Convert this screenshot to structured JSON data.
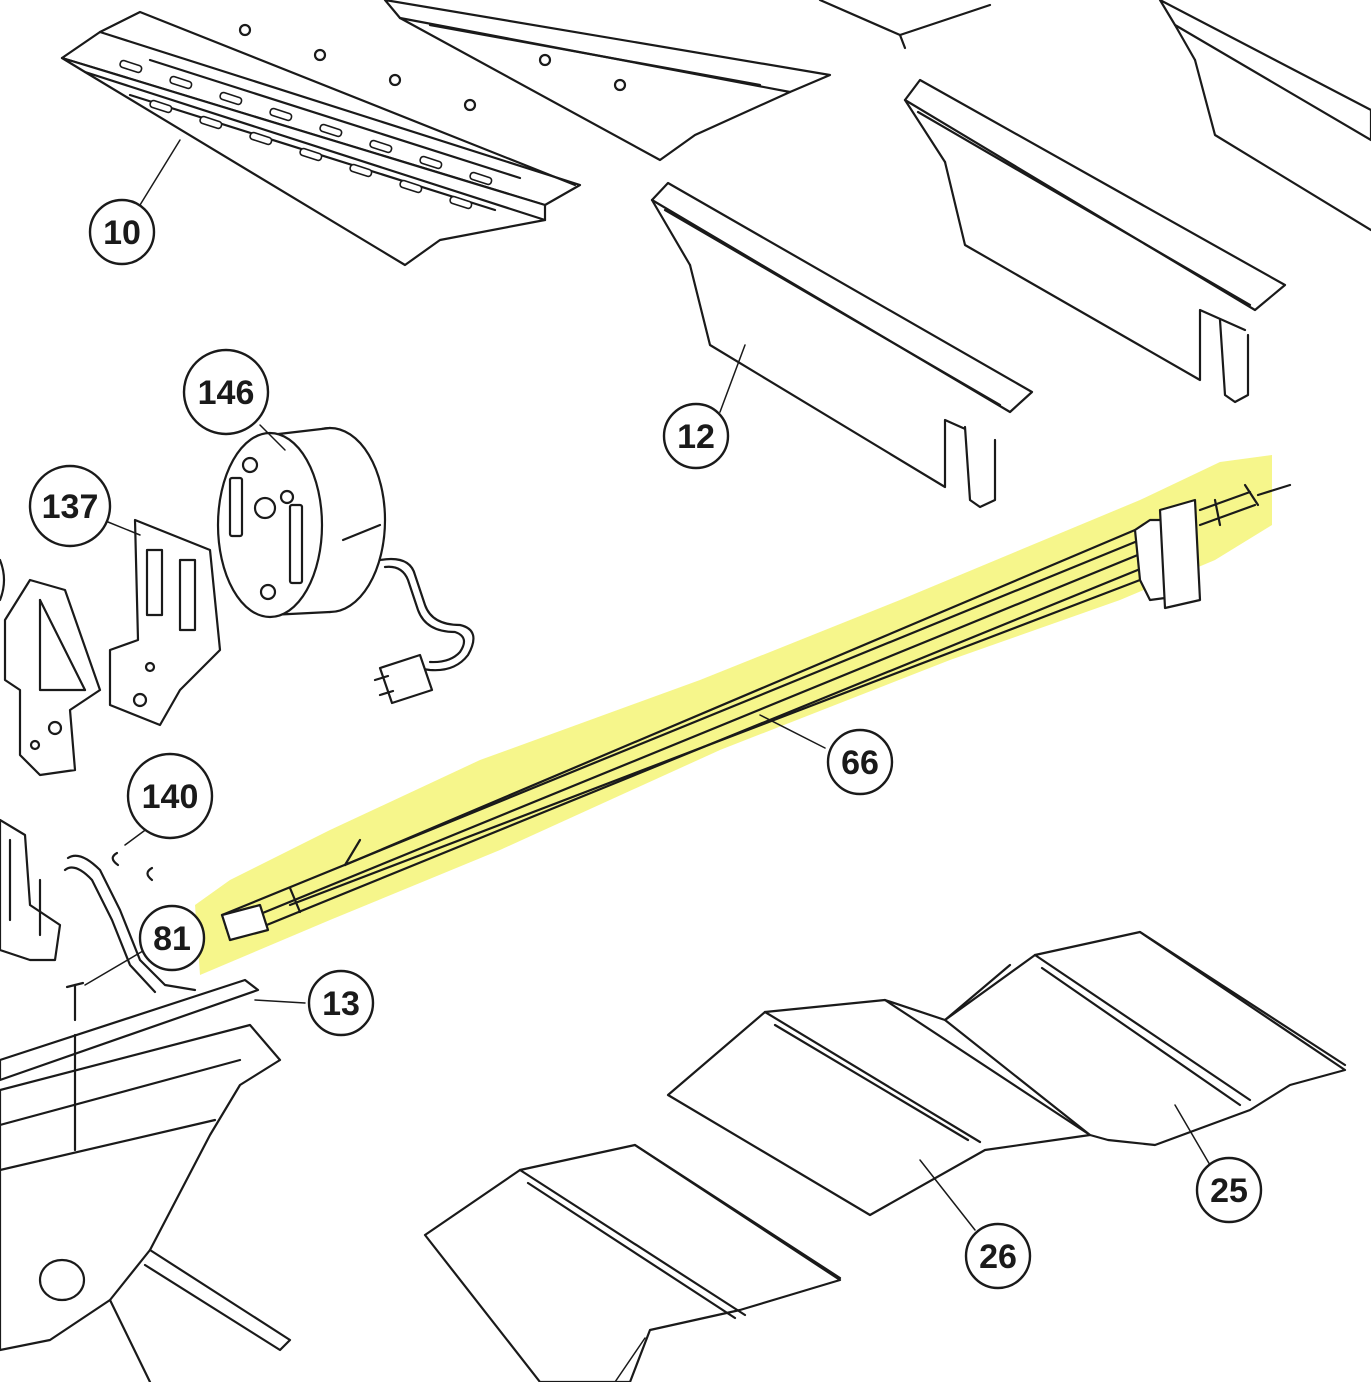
{
  "callouts": {
    "c10": "10",
    "c12": "12",
    "c146": "146",
    "c137": "137",
    "c140": "140",
    "c81": "81",
    "c13": "13",
    "c66": "66",
    "c25": "25",
    "c26": "26"
  },
  "colors": {
    "line": "#1a1a1a",
    "highlight": "#f4f36a",
    "background": "#ffffff"
  },
  "highlighted_part": "66"
}
